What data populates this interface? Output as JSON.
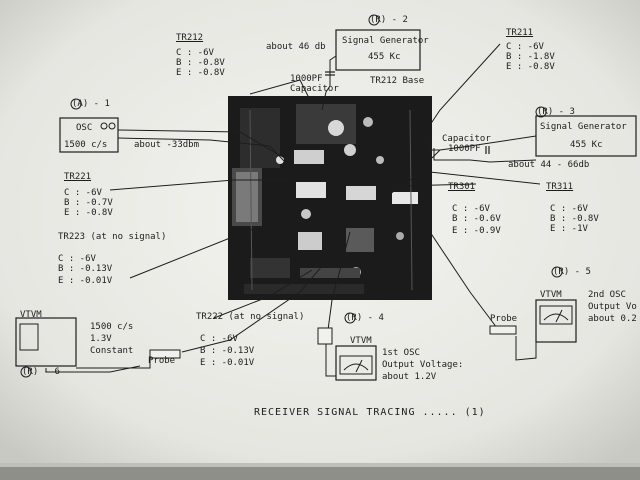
{
  "caption": "RECEIVER SIGNAL TRACING ..... (1)",
  "markers": {
    "m2": "(R) - 2",
    "m1": "(A) - 1",
    "m3": "(R) - 3",
    "m4": "(R) - 4",
    "m5": "(R) - 5",
    "m6": "(R) - 6"
  },
  "tr212": {
    "name": "TR212",
    "c": "C : -6V",
    "b": "B : -0.8V",
    "e": "E : -0.8V"
  },
  "tr211": {
    "name": "TR211",
    "c": "C : -6V",
    "b": "B : -1.8V",
    "e": "E : -0.8V"
  },
  "tr221": {
    "name": "TR221",
    "c": "C : -6V",
    "b": "B : -0.7V",
    "e": "E : -0.8V"
  },
  "tr223": {
    "name": "TR223 (at no signal)",
    "c": "C : -6V",
    "b": "B : -0.13V",
    "e": "E : -0.01V"
  },
  "tr301": {
    "name": "TR301",
    "c": "C : -6V",
    "b": "B : -0.6V",
    "e": "E : -0.9V"
  },
  "tr311": {
    "name": "TR311",
    "c": "C : -6V",
    "b": "B : -0.8V",
    "e": "E : -1V"
  },
  "tr222": {
    "name": "TR222 (at no signal)",
    "c": "C : -6V",
    "b": "B : -0.13V",
    "e": "E : -0.01V"
  },
  "sig_gen_2": {
    "title": "Signal Generator",
    "freq": "455 Kc",
    "level": "about 46 db"
  },
  "sig_gen_3": {
    "title": "Signal Generator",
    "freq": "455 Kc",
    "level": "about 44 - 66db"
  },
  "osc_1": {
    "title": "OSC",
    "freq": "1500 c/s",
    "level": "about -33dbm"
  },
  "capacitor_top": {
    "label1": "1000PF",
    "label2": "Capacitor"
  },
  "tr212_base": "TR212 Base",
  "capacitor_right": {
    "label1": "Capacitor",
    "label2": "1000PF"
  },
  "vtvm_left": {
    "title": "VTVM",
    "line1": "1500 c/s",
    "line2": "1.3V",
    "line3": "Constant",
    "probe": "Probe"
  },
  "vtvm_mid": {
    "title": "VTVM",
    "line1": "1st OSC",
    "line2": "Output Voltage:",
    "line3": "about 1.2V"
  },
  "vtvm_right": {
    "title": "VTVM",
    "probe": "Probe",
    "line1": "2nd OSC",
    "line2": "Output Vo",
    "line3": "about 0.2"
  }
}
